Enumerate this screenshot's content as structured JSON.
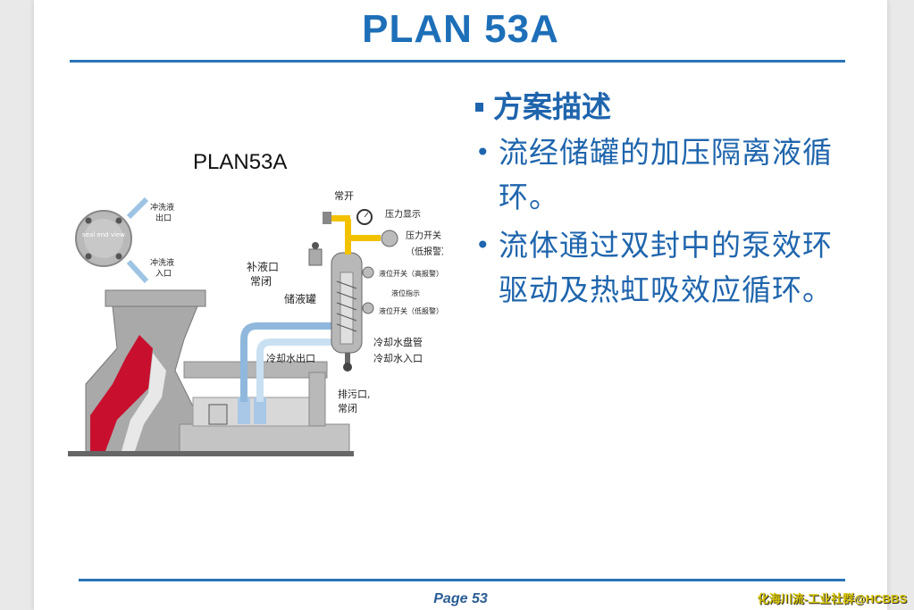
{
  "slide": {
    "title": "PLAN 53A",
    "page": "Page 53"
  },
  "description": {
    "heading": "方案描述",
    "bullets": [
      "流经储罐的加压隔离液循环。",
      "流体通过双封中的泵效环驱动及热虹吸效应循环。"
    ]
  },
  "figure": {
    "title": "PLAN53A",
    "seal_view": "seal end view",
    "labels": {
      "flush_out": [
        "冲洗液",
        "出口"
      ],
      "flush_in": [
        "冲洗液",
        "入口"
      ],
      "normally_open": "常开",
      "pressure_gauge": "压力显示",
      "pressure_switch": [
        "压力开关",
        "（低报警）"
      ],
      "fill_port": [
        "补液口",
        "常闭"
      ],
      "reservoir": "储液罐",
      "level_switch_high": "液位开关（高报警）",
      "level_indicator": "液位指示",
      "level_switch_low": "液位开关（低报警）",
      "cooling_coil": "冷却水盘管",
      "cooling_out": "冷却水出口",
      "cooling_in": "冷却水入口",
      "drain": [
        "排污口,",
        "常闭"
      ]
    }
  },
  "colors": {
    "accent": "#1f65ad",
    "pump_red": "#c8102e"
  },
  "watermark": "化海川流-工业社群@HCBBS"
}
